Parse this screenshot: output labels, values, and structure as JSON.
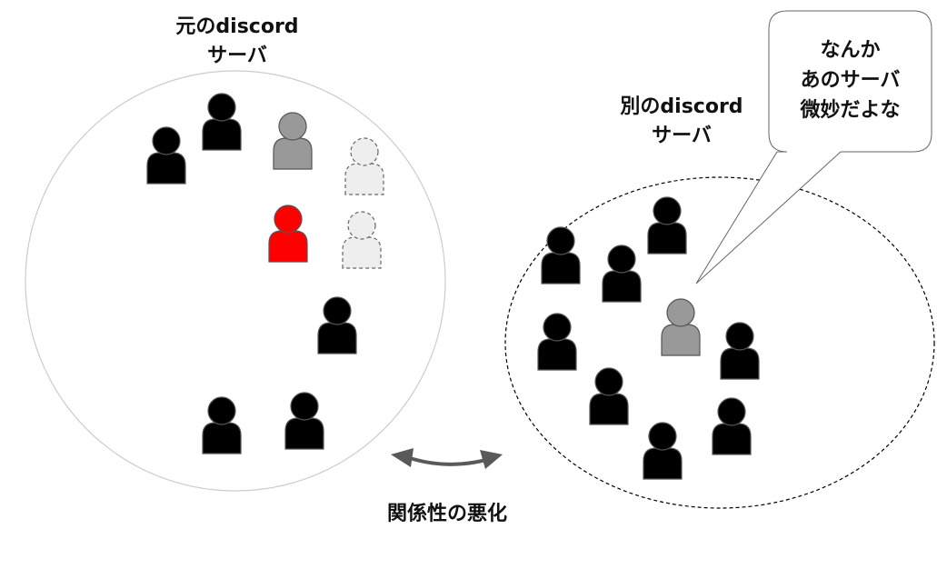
{
  "original_server": {
    "line1": "元のdiscord",
    "line2": "サーバ"
  },
  "other_server": {
    "line1": "別のdiscord",
    "line2": "サーバ"
  },
  "speech_bubble": {
    "lines": [
      "なんか",
      "あのサーバ",
      "微妙だよな"
    ]
  },
  "relation_label": "関係性の悪化",
  "colors": {
    "member": "#000000",
    "speaker": "#999999",
    "highlighted": "#ff0000",
    "left_member": "#eeeeee",
    "arrow": "#595959",
    "circle": "#cccccc"
  }
}
